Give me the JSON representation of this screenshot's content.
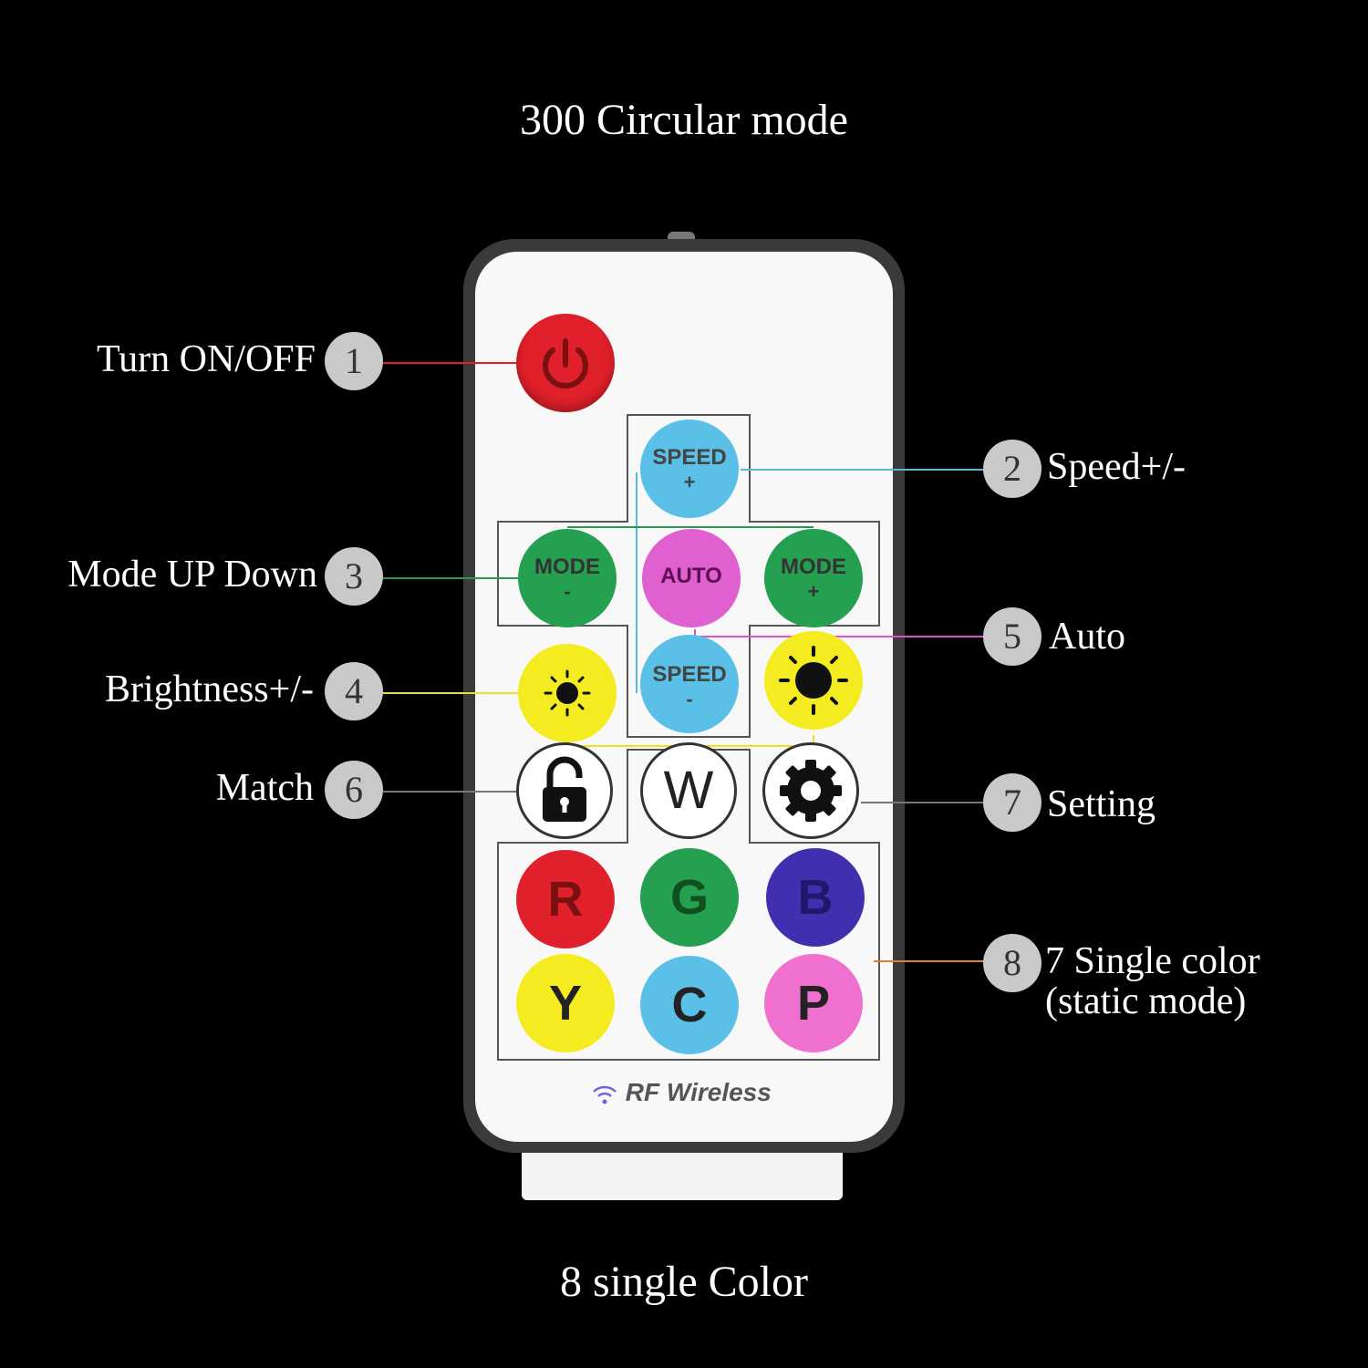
{
  "title_top": "300 Circular mode",
  "title_bottom": "8 single Color",
  "callouts": [
    {
      "num": "1",
      "label": "Turn ON/OFF",
      "color": "#e0202a"
    },
    {
      "num": "2",
      "label": "Speed+/-",
      "color": "#5ab8e0"
    },
    {
      "num": "3",
      "label": "Mode UP Down",
      "color": "#2a9a50"
    },
    {
      "num": "4",
      "label": "Brightness+/-",
      "color": "#f0e020"
    },
    {
      "num": "5",
      "label": "Auto",
      "color": "#e050c8"
    },
    {
      "num": "6",
      "label": "Match",
      "color": "#666666"
    },
    {
      "num": "7",
      "label": "Setting",
      "color": "#666666"
    },
    {
      "num": "8",
      "label_line1": "7 Single color",
      "label_line2": "(static mode)",
      "color": "#e08030"
    }
  ],
  "buttons": {
    "speed_plus": {
      "line1": "SPEED",
      "line2": "+",
      "color": "#5bc0e8"
    },
    "speed_minus": {
      "line1": "SPEED",
      "line2": "-",
      "color": "#5bc0e8"
    },
    "mode_minus": {
      "line1": "MODE",
      "line2": "-",
      "color": "#24a050"
    },
    "auto": {
      "line1": "AUTO",
      "color": "#e060d0"
    },
    "mode_plus": {
      "line1": "MODE",
      "line2": "+",
      "color": "#24a050"
    },
    "w": {
      "label": "W"
    },
    "r": {
      "label": "R",
      "color": "#e0202a"
    },
    "g": {
      "label": "G",
      "color": "#24a050"
    },
    "b": {
      "label": "B",
      "color": "#4030b0"
    },
    "y": {
      "label": "Y",
      "color": "#f4ec20"
    },
    "c": {
      "label": "C",
      "color": "#5bc0e8"
    },
    "p": {
      "label": "P",
      "color": "#f070d0"
    }
  },
  "brand_text": "RF Wireless"
}
